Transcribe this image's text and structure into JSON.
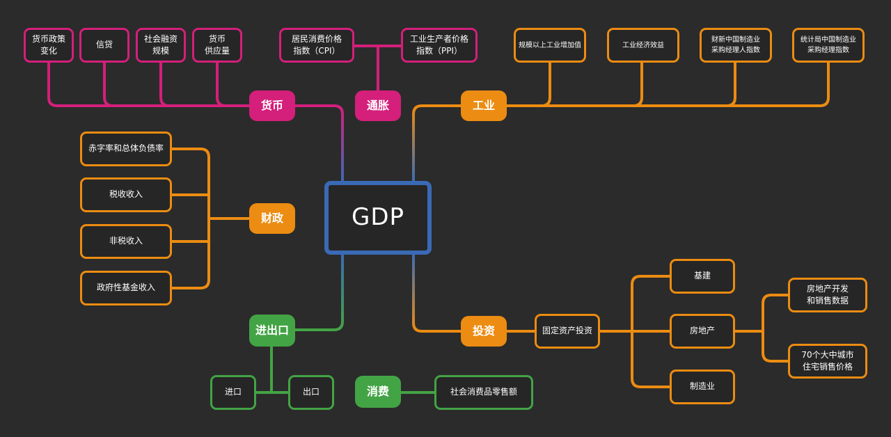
{
  "colors": {
    "money": "#d41f7b",
    "industry": "#ec8c12",
    "trade": "#43a445",
    "center": "#3a6ab5",
    "background": "#2b2b2b"
  },
  "center": {
    "label": "GDP"
  },
  "branches": {
    "money": {
      "label": "货币",
      "items": [
        "货币政策\n变化",
        "信贷",
        "社会融资\n规模",
        "货币\n供应量"
      ]
    },
    "inflation": {
      "label": "通胀",
      "items": [
        "居民消费价格\n指数（CPI）",
        "工业生产者价格\n指数（PPI）"
      ]
    },
    "industry": {
      "label": "工业",
      "items": [
        "规模以上工业增加值",
        "工业经济效益",
        "财新中国制造业\n采购经理人指数",
        "统计局中国制造业\n采购经理指数"
      ]
    },
    "fiscal": {
      "label": "财政",
      "items": [
        "赤字率和总体负债率",
        "税收收入",
        "非税收入",
        "政府性基金收入"
      ]
    },
    "investment": {
      "label": "投资",
      "fixed": "固定资产投资",
      "items": [
        "基建",
        "房地产",
        "制造业"
      ],
      "realestate_items": [
        "房地产开发\n和销售数据",
        "70个大中城市\n住宅销售价格"
      ]
    },
    "trade": {
      "label": "进出口",
      "items": [
        "进口",
        "出口"
      ]
    },
    "consumption": {
      "label": "消费",
      "items": [
        "社会消费品零售额"
      ]
    }
  }
}
